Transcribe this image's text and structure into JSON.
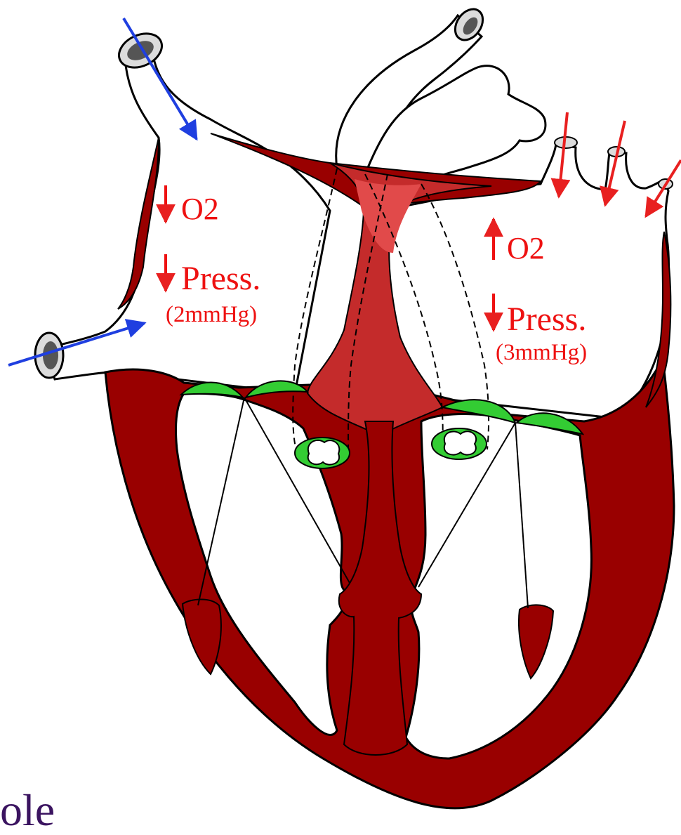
{
  "colors": {
    "myocardium": "#990000",
    "septum_light": "#e14a4a",
    "septum_mid": "#c42b2b",
    "valve": "#33cc33",
    "deoxygenated_arrow": "#1f3fe0",
    "oxygenated_arrow": "#e82020",
    "label_red": "#ee1111",
    "caption": "#3b1460"
  },
  "icons": {
    "oxygen_decrease": "arrow-down-icon",
    "oxygen_increase": "arrow-up-icon",
    "pressure_decrease": "arrow-down-icon"
  },
  "right_side": {
    "oxygen_label": "O2",
    "pressure_label": "Press.",
    "pressure_value": "(2mmHg)"
  },
  "left_side": {
    "oxygen_label": "O2",
    "pressure_label": "Press.",
    "pressure_value": "(3mmHg)"
  },
  "caption": "ole"
}
